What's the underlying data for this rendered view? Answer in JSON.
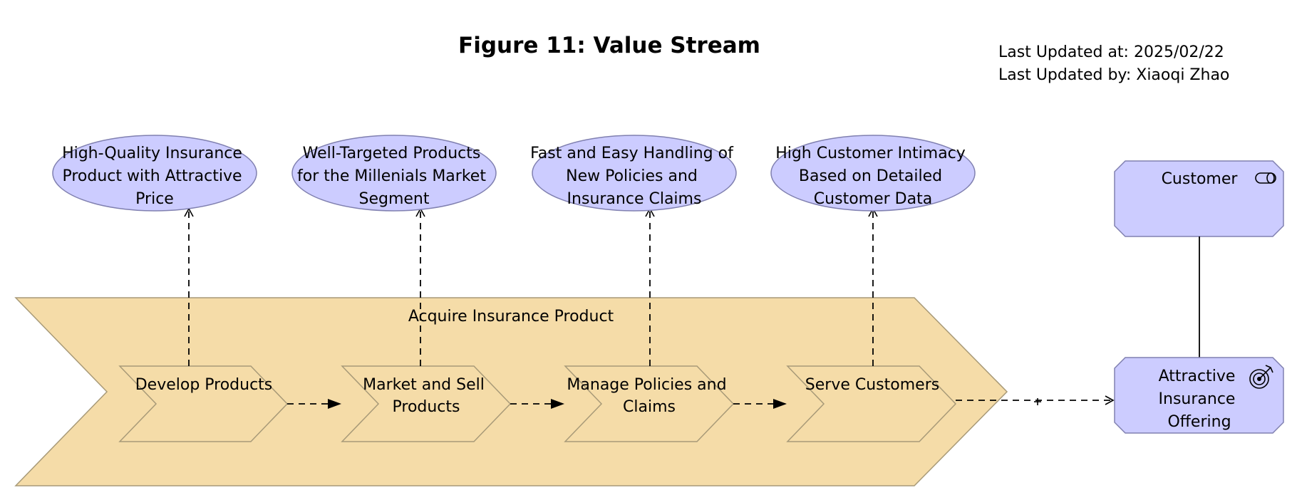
{
  "figure": {
    "title": "Figure 11: Value Stream",
    "last_updated_at": "Last Updated at: 2025/02/22",
    "last_updated_by": "Last Updated by: Xiaoqi Zhao"
  },
  "value_stream": {
    "label": "Acquire Insurance Product",
    "color": "#f5dca8"
  },
  "stages": [
    {
      "lines": [
        "Develop Products"
      ]
    },
    {
      "lines": [
        "Market and Sell",
        "Products"
      ]
    },
    {
      "lines": [
        "Manage Policies and",
        "Claims"
      ]
    },
    {
      "lines": [
        "Serve Customers"
      ]
    }
  ],
  "values": [
    {
      "lines": [
        "High-Quality Insurance",
        "Product with Attractive",
        "Price"
      ]
    },
    {
      "lines": [
        "Well-Targeted Products",
        "for the Millenials Market",
        "Segment"
      ]
    },
    {
      "lines": [
        "Fast and Easy Handling of",
        "New Policies and",
        "Insurance Claims"
      ]
    },
    {
      "lines": [
        "High Customer Intimacy",
        "Based on Detailed",
        "Customer Data"
      ]
    }
  ],
  "customer": {
    "label": "Customer",
    "icon": "role-icon"
  },
  "offering": {
    "lines": [
      "Attractive",
      "Insurance",
      "Offering"
    ],
    "icon": "target-icon"
  },
  "colors": {
    "value_fill": "#ccccff",
    "stream_fill": "#f5dca8"
  }
}
